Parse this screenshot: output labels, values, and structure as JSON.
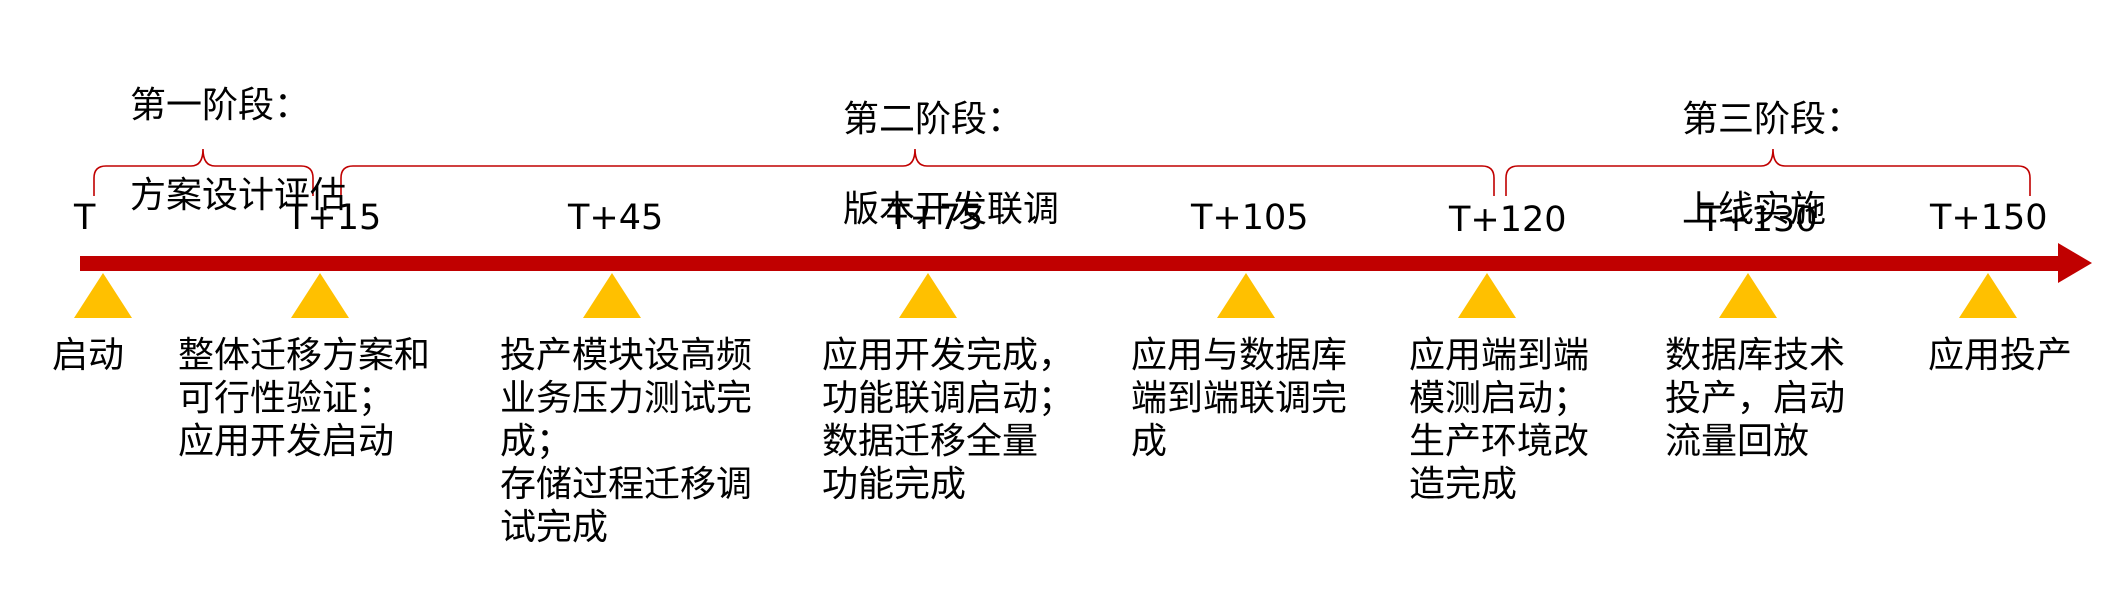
{
  "colors": {
    "axis": "#C00000",
    "marker": "#FFC000",
    "bracket": "#C00000",
    "text": "#000000"
  },
  "phases": [
    {
      "title": "第一阶段：",
      "subtitle": "方案设计评估",
      "from": 0,
      "to": 15
    },
    {
      "title": "第二阶段：",
      "subtitle": "版本开发联调",
      "from": 15,
      "to": 120
    },
    {
      "title": "第三阶段：",
      "subtitle": "上线实施",
      "from": 120,
      "to": 150
    }
  ],
  "milestones": [
    {
      "tick": "T",
      "day": 0,
      "desc": "启动"
    },
    {
      "tick": "T+15",
      "day": 15,
      "desc": "整体迁移方案和\n可行性验证；\n应用开发启动"
    },
    {
      "tick": "T+45",
      "day": 45,
      "desc": "投产模块设高频\n业务压力测试完\n成；\n存储过程迁移调\n试完成"
    },
    {
      "tick": "T+75",
      "day": 75,
      "desc": "应用开发完成，\n功能联调启动；\n数据迁移全量\n功能完成"
    },
    {
      "tick": "T+105",
      "day": 105,
      "desc": "应用与数据库\n端到端联调完\n成"
    },
    {
      "tick": "T+120",
      "day": 120,
      "desc": "应用端到端\n模测启动；\n生产环境改\n造完成"
    },
    {
      "tick": "T+130",
      "day": 130,
      "desc": "数据库技术\n投产，启动\n流量回放"
    },
    {
      "tick": "T+150",
      "day": 150,
      "desc": "应用投产"
    }
  ]
}
